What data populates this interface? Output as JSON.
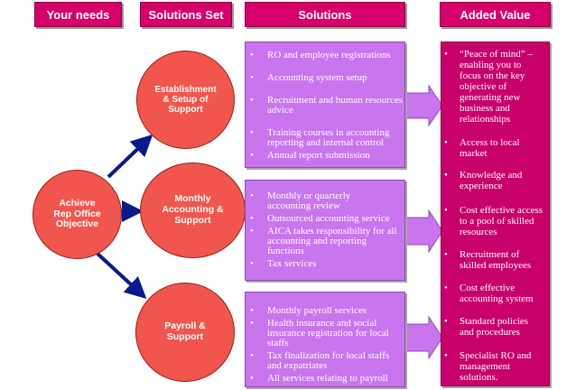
{
  "headers": {
    "your_needs": "Your needs",
    "solutions_set": "Solutions Set",
    "solutions": "Solutions",
    "added_value": "Added Value"
  },
  "center_node": {
    "label_lines": [
      "Achieve",
      "Rep Office",
      "Objective"
    ]
  },
  "solution_sets": [
    {
      "label_lines": [
        "Establishment",
        "& Setup of",
        "Support"
      ]
    },
    {
      "label_lines": [
        "Monthly",
        "Accounting &",
        "Support"
      ]
    },
    {
      "label_lines": [
        "Payroll &",
        "Support"
      ]
    }
  ],
  "solutions": [
    {
      "items": [
        "RO and employee registrations",
        "Accounting system setup",
        "Recruitment and human resources advice",
        "Training courses in accounting reporting and internal control",
        "Annual report submission"
      ]
    },
    {
      "items": [
        "Monthly or quarterly accounting review",
        "Outsourced accounting service",
        "AICA takes responsibility for all accounting and reporting functions",
        "Tax services"
      ]
    },
    {
      "items": [
        "Monthly payroll services",
        "Health insurance and social insurance registration for local staffs",
        "Tax finalization for local staffs and expatriates",
        "All services relating to payroll"
      ]
    }
  ],
  "added_value": [
    "“Peace of mind” – enabling you to focus on the key objective of generating new business and relationships",
    "Access to local market",
    "Knowledge and experience",
    "Cost effective access to a pool of skilled resources",
    "Recruitment of skilled employees",
    "Cost effective accounting system",
    "Standard policies and procedures",
    "Specialist RO and management solutions."
  ],
  "colors": {
    "header": "#d5006a",
    "circle": "#f0564d",
    "solution_panel": "#c875ee",
    "added_value_panel": "#c8006c",
    "connector_arrow": "#0a1a8c"
  }
}
